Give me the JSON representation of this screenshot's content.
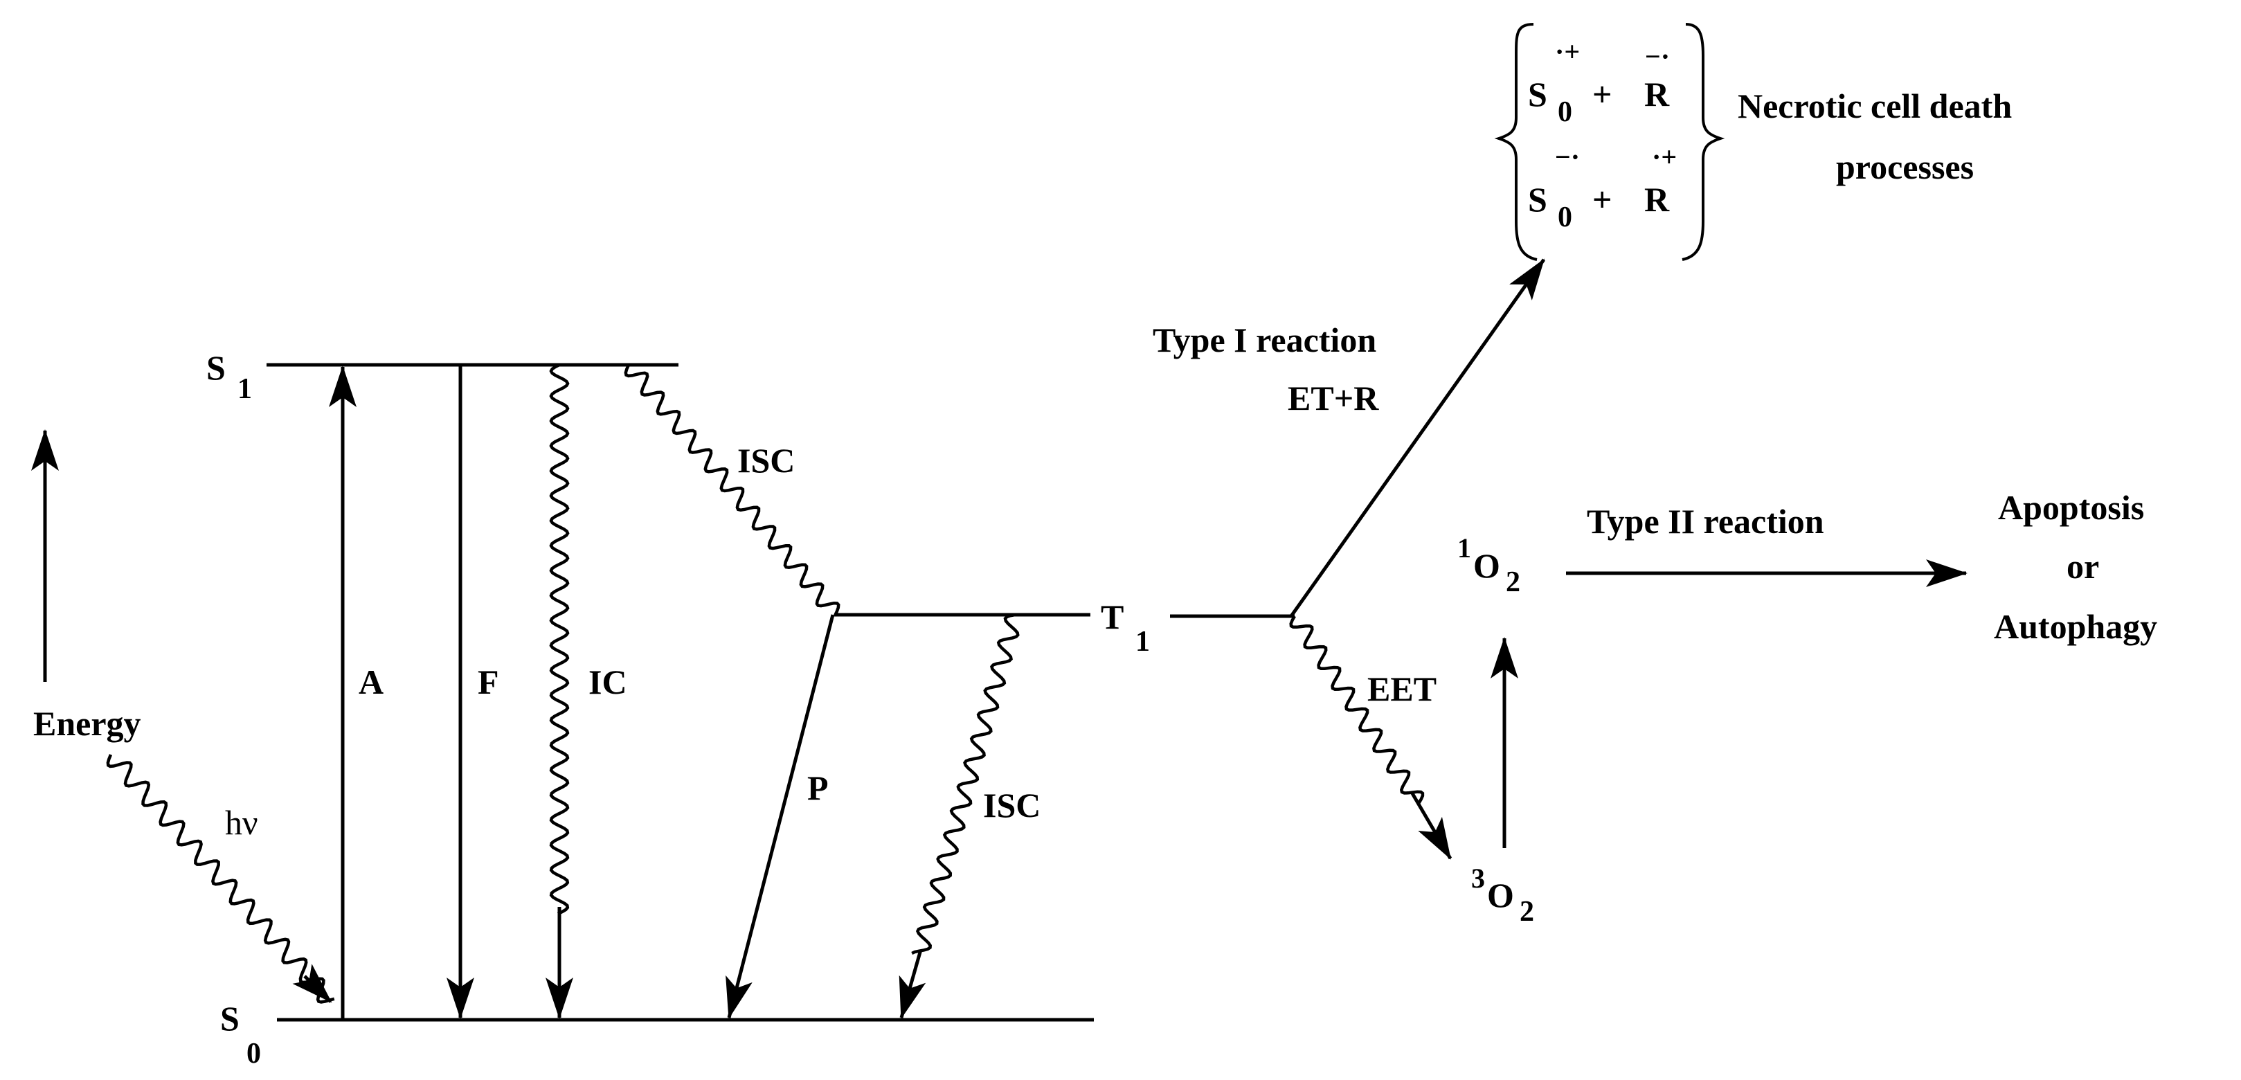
{
  "levels": {
    "s1": {
      "main": "S",
      "sub": "1"
    },
    "s0": {
      "main": "S",
      "sub": "0"
    },
    "t1": {
      "main": "T",
      "sub": "1"
    }
  },
  "axis": {
    "energy": "Energy",
    "photon": "hν"
  },
  "transitions": {
    "absorption": "A",
    "fluorescence": "F",
    "internal_conversion": "IC",
    "isc_s1_t1": "ISC",
    "phosphorescence": "P",
    "isc_t1_s0": "ISC"
  },
  "type1": {
    "title": "Type I reaction",
    "subtitle": "ET+R",
    "species1": {
      "s": "S",
      "s_sub": "0",
      "s_sup": "·+",
      "plus": "+",
      "r": "R",
      "r_sup": "−·"
    },
    "species2": {
      "s": "S",
      "s_sub": "0",
      "s_sup": "−·",
      "plus": "+",
      "r": "R",
      "r_sup": "·+"
    },
    "outcome_line1": "Necrotic cell death",
    "outcome_line2": "processes"
  },
  "type2": {
    "eet": "EET",
    "title": "Type II reaction",
    "singlet_oxygen": {
      "sup": "1",
      "main": "O",
      "sub": "2"
    },
    "triplet_oxygen": {
      "sup": "3",
      "main": "O",
      "sub": "2"
    },
    "outcome_line1": "Apoptosis",
    "outcome_line2": "or",
    "outcome_line3": "Autophagy"
  }
}
